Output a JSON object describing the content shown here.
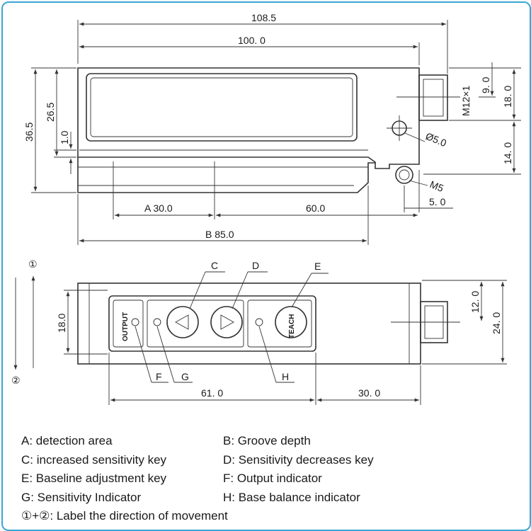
{
  "dims": {
    "top_width": "108.5",
    "body_width": "100. 0",
    "height_total": "36.5",
    "height_upper": "26.5",
    "groove": "1.0",
    "m12_top": "9. 0",
    "m12_span": "18. 0",
    "m12_label": "M12×1",
    "lower_span": "14. 0",
    "hole_dia": "Ø5.0",
    "m5_label": "M5",
    "m5_offset": "5. 0",
    "area_a": "A 30.0",
    "area_60": "60.0",
    "groove_b": "B 85.0",
    "front_height": "18.0",
    "front_right_12": "12. 0",
    "front_right_24": "24. 0",
    "front_width_61": "61. 0",
    "front_width_30": "30. 0"
  },
  "callouts": {
    "c": "C",
    "d": "D",
    "e": "E",
    "f": "F",
    "g": "G",
    "h": "H",
    "dir1": "①",
    "dir2": "②"
  },
  "keys": {
    "output": "OUTPUT",
    "teach": "TEACH"
  },
  "legend": [
    [
      "A: detection area",
      "B: Groove depth"
    ],
    [
      "C: increased sensitivity key",
      "D: Sensitivity decreases key"
    ],
    [
      "E: Baseline adjustment key",
      "F: Output indicator"
    ],
    [
      "G: Sensitivity Indicator",
      "H: Base balance indicator"
    ],
    [
      "①+②: Label the direction of movement",
      ""
    ]
  ],
  "colors": {
    "frame": "#3aa7d6",
    "line": "#333333"
  }
}
